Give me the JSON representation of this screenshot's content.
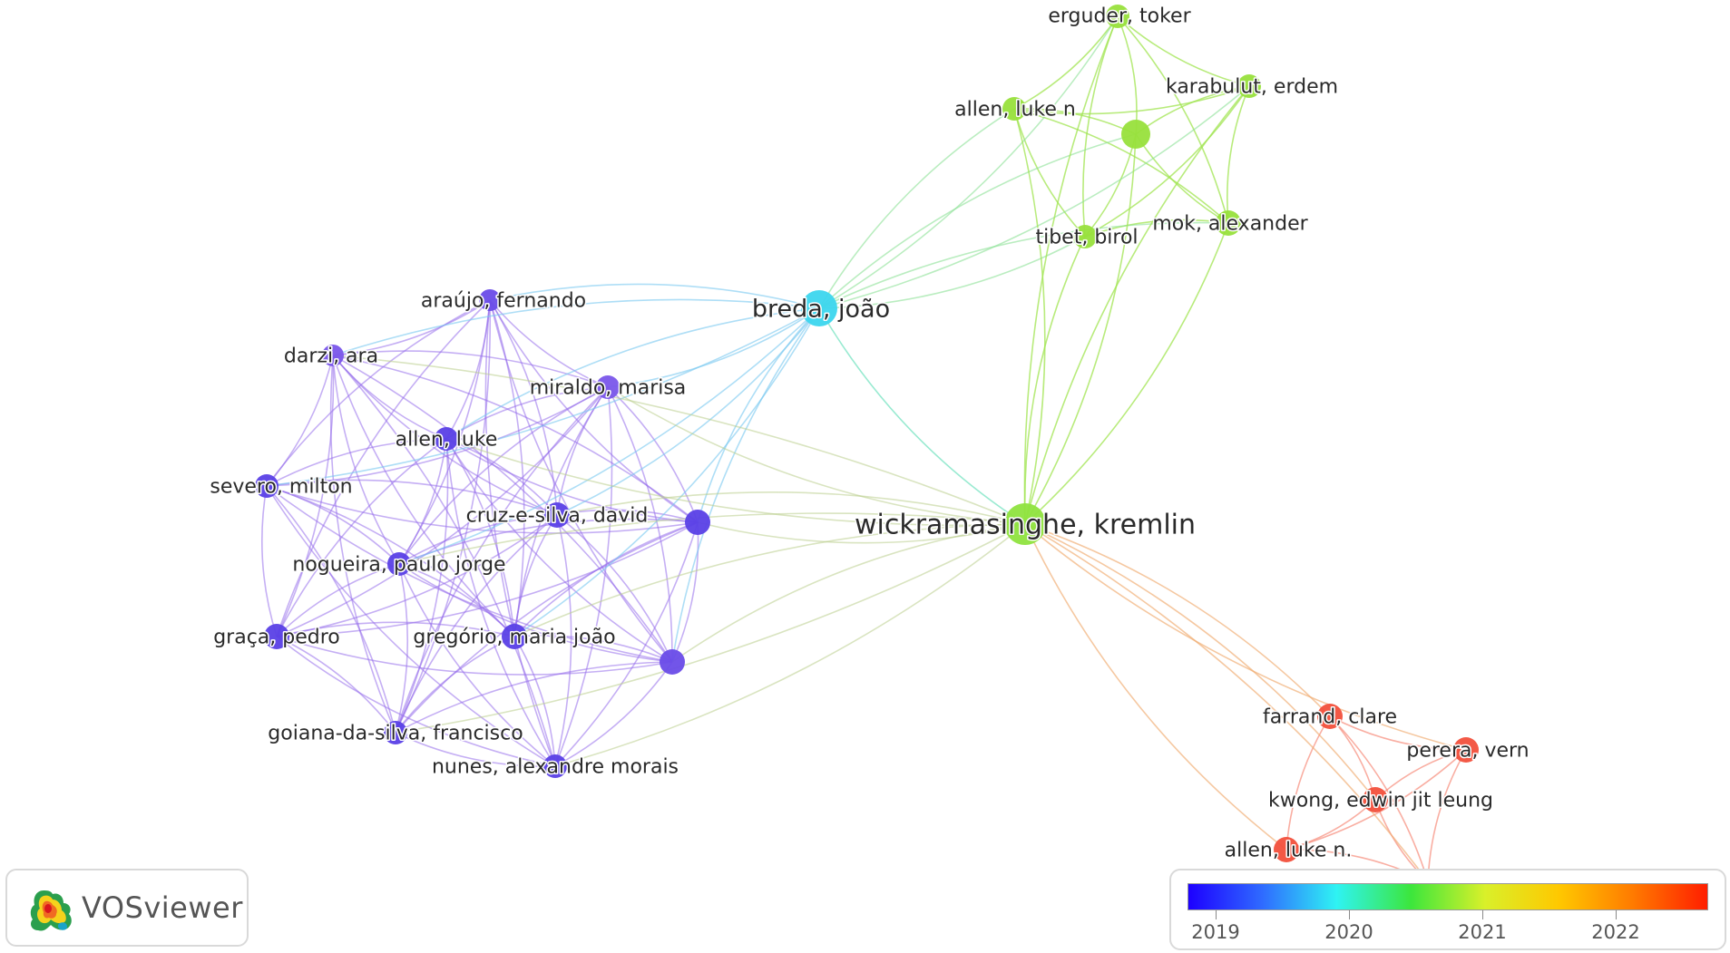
{
  "app": {
    "logo_text": "VOSviewer",
    "logo_icon": "vosviewer-logo-icon"
  },
  "colors": {
    "purple": "#7b5bea",
    "cyan": "#3cd6ee",
    "green": "#8fe33f",
    "red": "#f2503c",
    "gradient": [
      "#1d00ff",
      "#2f6bff",
      "#2ff3f3",
      "#3ce63c",
      "#d9f02a",
      "#ffc800",
      "#ff7a00",
      "#ff1e00"
    ]
  },
  "legend": {
    "ticks": [
      "2019",
      "2020",
      "2021",
      "2022"
    ]
  },
  "nodes": [
    {
      "id": "araujo",
      "label": "araújo, fernando",
      "color": "#6a4ce8"
    },
    {
      "id": "darzi",
      "label": "darzi, ara",
      "color": "#7a56ea"
    },
    {
      "id": "miraldo",
      "label": "miraldo, marisa",
      "color": "#7a56ea"
    },
    {
      "id": "allenluke",
      "label": "allen, luke",
      "color": "#5a40e6"
    },
    {
      "id": "severo",
      "label": "severo, milton",
      "color": "#5a40e6"
    },
    {
      "id": "cruz",
      "label": "cruz-e-silva, david",
      "color": "#5a40e6"
    },
    {
      "id": "unl1",
      "label": "",
      "color": "#5a40e6"
    },
    {
      "id": "nogueira",
      "label": "nogueira, paulo jorge",
      "color": "#5a40e6"
    },
    {
      "id": "graca",
      "label": "graça, pedro",
      "color": "#5a40e6"
    },
    {
      "id": "gregorio",
      "label": "gregório, maria joão",
      "color": "#5a40e6"
    },
    {
      "id": "unl2",
      "label": "",
      "color": "#6a4ce8"
    },
    {
      "id": "goiana",
      "label": "goiana-da-silva, francisco",
      "color": "#5a40e6"
    },
    {
      "id": "nunes",
      "label": "nunes, alexandre morais",
      "color": "#5a40e6"
    },
    {
      "id": "breda",
      "label": "breda, joão",
      "color": "#3cd6ee"
    },
    {
      "id": "wick",
      "label": "wickramasinghe, kremlin",
      "color": "#8fe33f"
    },
    {
      "id": "erguder",
      "label": "erguder, toker",
      "color": "#98e03c"
    },
    {
      "id": "allenlukeN",
      "label": "allen, luke n",
      "color": "#98e03c"
    },
    {
      "id": "karabulut",
      "label": "karabulut, erdem",
      "color": "#98e03c"
    },
    {
      "id": "unl3",
      "label": "",
      "color": "#98e03c"
    },
    {
      "id": "tibet",
      "label": "tibet, birol",
      "color": "#98e03c"
    },
    {
      "id": "mok",
      "label": "mok, alexander",
      "color": "#98e03c"
    },
    {
      "id": "farrand",
      "label": "farrand, clare",
      "color": "#f2503c"
    },
    {
      "id": "perera",
      "label": "perera, vern",
      "color": "#f2503c"
    },
    {
      "id": "kwong",
      "label": "kwong, edwin jit leung",
      "color": "#f2503c"
    },
    {
      "id": "allenlukeNdot",
      "label": "allen, luke n.",
      "color": "#f2503c"
    },
    {
      "id": "unl4",
      "label": "",
      "color": "#f7b3aa"
    }
  ]
}
